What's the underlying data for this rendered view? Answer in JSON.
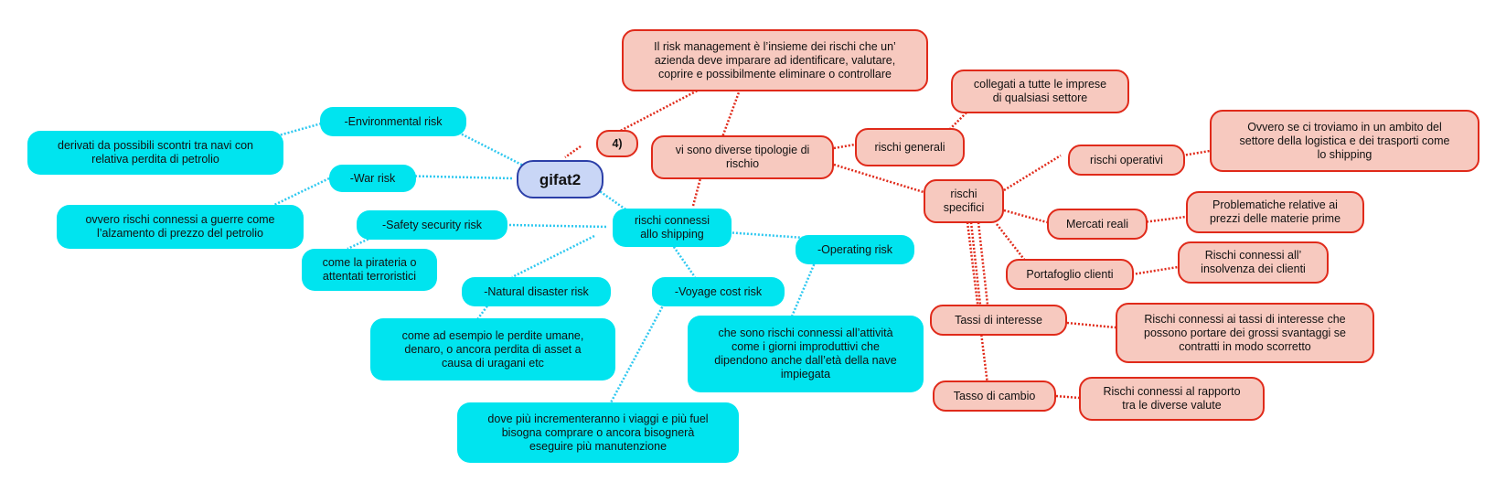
{
  "root": {
    "label": "gifat2"
  },
  "number_node": {
    "label": "4)"
  },
  "red": {
    "intro": "Il risk management è l’insieme dei rischi che un’\nazienda deve imparare ad identificare, valutare,\ncoprire e possibilmente eliminare o controllare",
    "tipologie": "vi sono diverse tipologie di\nrischio",
    "generali": "rischi generali",
    "generali_desc": "collegati a tutte le imprese\ndi qualsiasi settore",
    "specifici": "rischi\nspecifici",
    "operativi": "rischi operativi",
    "operativi_desc": "Ovvero se ci troviamo in un ambito del\nsettore della logistica e dei trasporti come\nlo shipping",
    "mercati": "Mercati reali",
    "mercati_desc": "Problematiche relative ai\nprezzi delle materie prime",
    "portafoglio": "Portafoglio clienti",
    "portafoglio_desc": "Rischi connessi all’\ninsolvenza dei clienti",
    "tassi": "Tassi di interesse",
    "tassi_desc": "Rischi connessi ai tassi di interesse che\npossono portare dei grossi svantaggi se\ncontratti in modo scorretto",
    "cambio": "Tasso di cambio",
    "cambio_desc": "Rischi connessi al rapporto\ntra le diverse valute"
  },
  "cyan": {
    "shipping": "rischi connessi\nallo shipping",
    "environmental": "-Environmental risk",
    "environmental_desc": "derivati da possibili scontri tra navi con\nrelativa perdita di petrolio",
    "war": "-War risk",
    "war_desc": "ovvero rischi connessi a guerre come\nl’alzamento di prezzo del petrolio",
    "safety": "-Safety security risk",
    "safety_desc": "come la pirateria o\nattentati terroristici",
    "natural": "-Natural disaster risk",
    "natural_desc": "come ad esempio le perdite umane,\ndenaro, o ancora perdita di asset a\ncausa di uragani etc",
    "voyage": "-Voyage cost risk",
    "voyage_desc": "dove più incrementeranno i viaggi e più fuel\nbisogna comprare o ancora bisognerà\neseguire più manutenzione",
    "operating": "-Operating risk",
    "operating_desc": "che sono rischi connessi all’attività\ncome i giorni improduttivi che\ndipendono anche dall’età della nave\nimpiegata"
  },
  "colors": {
    "cyan_fill": "#00e4ef",
    "red_fill": "#f7c9bf",
    "red_border": "#e02a1a",
    "root_fill": "#c9d6f6",
    "root_border": "#2b3fa8"
  }
}
